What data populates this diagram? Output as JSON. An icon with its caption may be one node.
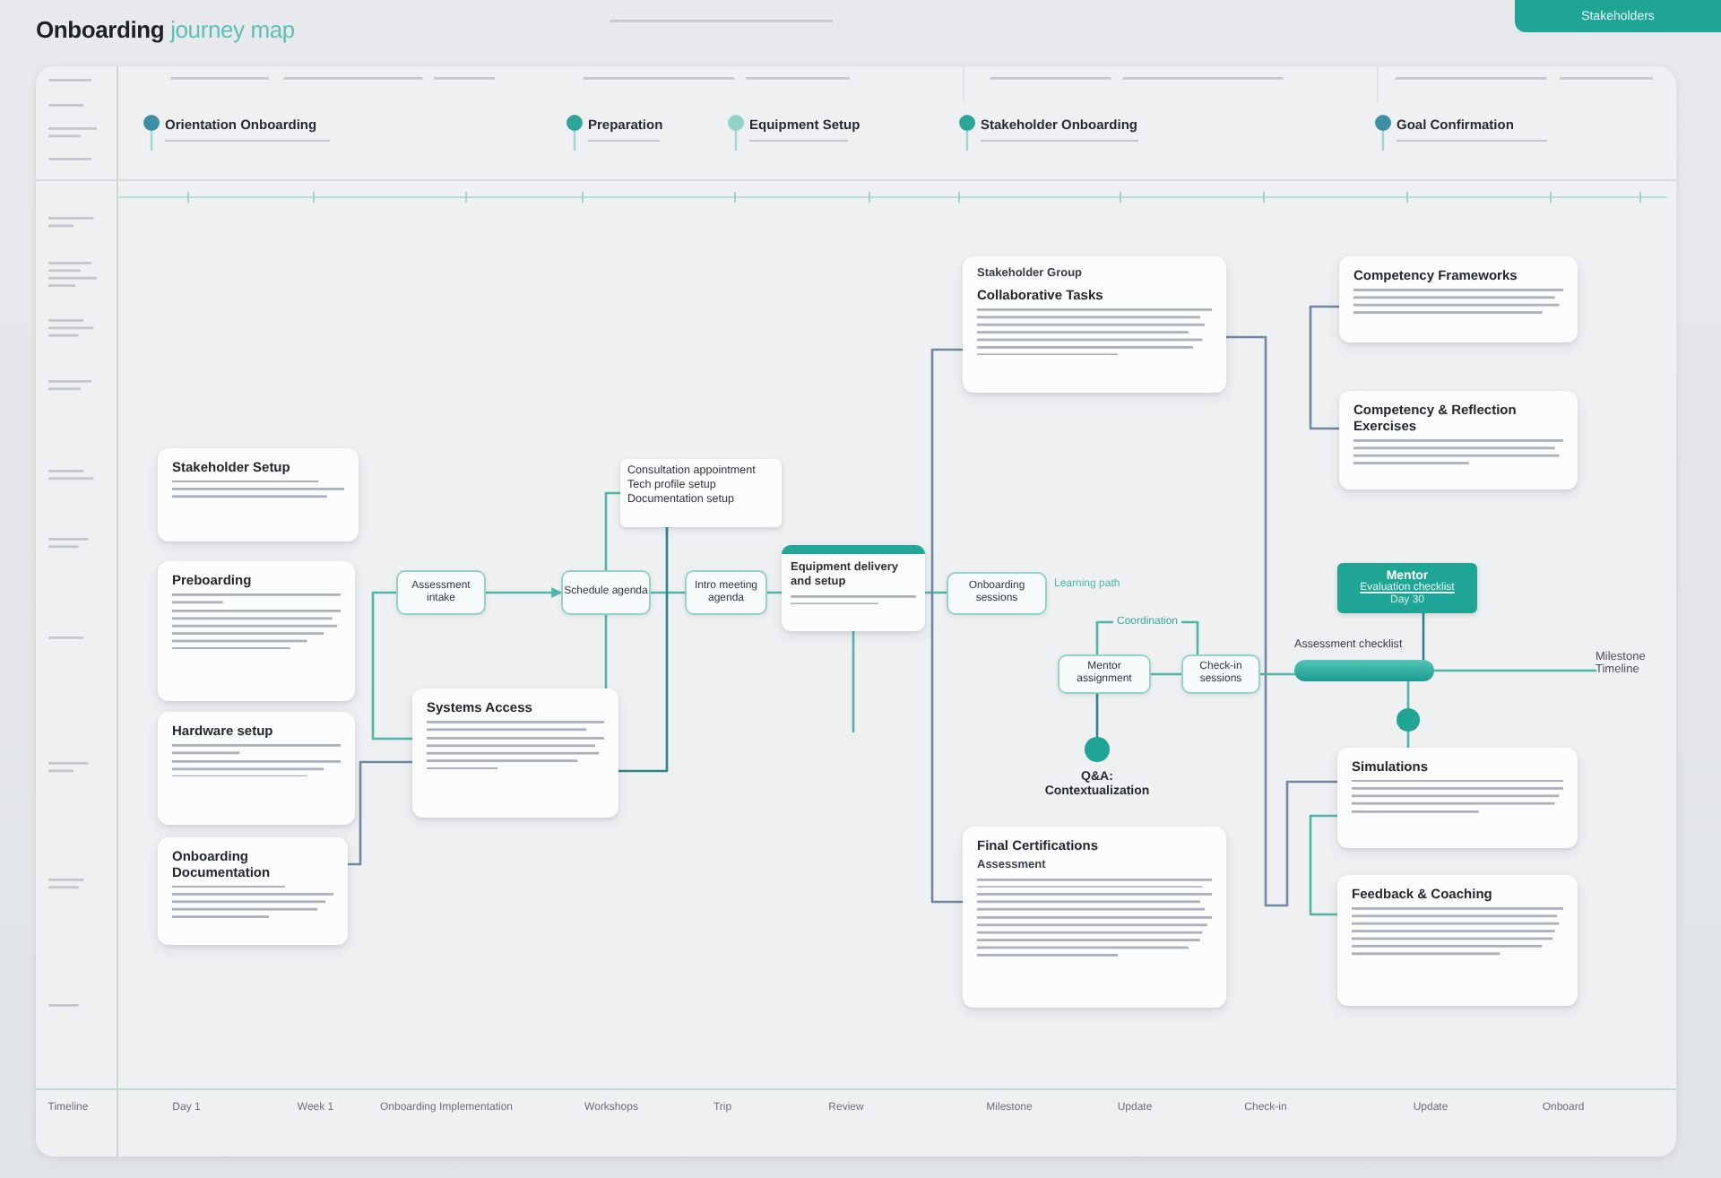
{
  "diagram": {
    "title": "Onboarding journey map",
    "nodes": [
      {
        "text": [
          "Stakeholder Group",
          "Collaborative Tasks"
        ]
      },
      {
        "text": [
          "Competency Frameworks"
        ]
      },
      {
        "text": [
          "Competency & Reflection Exercises"
        ]
      },
      {
        "text": [
          "Stakeholder Setup"
        ]
      },
      {
        "text": [
          "Consultation appointment Tech profile setup Documentation setup"
        ]
      },
      {
        "text": [
          "Preboarding"
        ]
      },
      {
        "text": [
          "Assessment intake"
        ]
      },
      {
        "text": [
          "Schedule agenda"
        ]
      },
      {
        "text": [
          "Intro meeting agenda"
        ]
      },
      {
        "text": [
          "Equipment delivery and setup"
        ]
      },
      {
        "text": [
          "Onboarding sessions"
        ],
        "beside": [
          "Learning path"
        ]
      },
      {
        "text": [
          "Mentor",
          "Evaluation checklist",
          "Day 30"
        ]
      },
      {
        "text": [
          "Mentor assignment"
        ]
      },
      {
        "text": [
          "Check-in sessions"
        ]
      },
      {
        "text": [],
        "shape": "bar",
        "beside": [
          "Assessment checklist"
        ]
      },
      {
        "text": [
          "Milestone Timeline"
        ]
      },
      {
        "text": [
          "Hardware setup"
        ]
      },
      {
        "text": [
          "Systems Access"
        ]
      },
      {
        "text": [],
        "shape": "circle"
      },
      {
        "text": [],
        "shape": "circle",
        "beside": [
          "Q&A: Contextualization"
        ]
      },
      {
        "text": [
          "Simulations"
        ]
      },
      {
        "text": [
          "Onboarding Documentation"
        ]
      },
      {
        "text": [
          "Final Certifications",
          "Assessment"
        ]
      },
      {
        "text": [
          "Feedback & Coaching"
        ]
      }
    ],
    "edges": [
      {
        "from": 6,
        "to": 7,
        "arrow": "to"
      },
      {
        "from": 7,
        "to": 8,
        "arrow": "none"
      },
      {
        "from": 8,
        "to": 9,
        "arrow": "none"
      },
      {
        "from": 4,
        "to": 7,
        "arrow": "none"
      },
      {
        "from": 4,
        "to": 17,
        "arrow": "none",
        "color": "#2c8584"
      },
      {
        "from": 6,
        "to": 17,
        "arrow": "none"
      },
      {
        "from": 21,
        "to": 17,
        "arrow": "none",
        "color": "#6f88a3"
      },
      {
        "from": 9,
        "to": null,
        "arrow": "none"
      },
      {
        "from": 9,
        "to": 10,
        "arrow": "none"
      },
      {
        "from": 0,
        "to": 22,
        "arrow": "none",
        "color": "#6f88a3"
      },
      {
        "from": 0,
        "to": 20,
        "arrow": "none",
        "color": "#6f88a3"
      },
      {
        "from": 20,
        "to": 23,
        "arrow": "none"
      },
      {
        "from": 1,
        "to": 2,
        "arrow": "none",
        "color": "#6f88a3"
      },
      {
        "from": 12,
        "to": 13,
        "arrow": "none",
        "label": "Coordination"
      },
      {
        "from": 12,
        "to": 13,
        "arrow": "none"
      },
      {
        "from": 13,
        "to": 14,
        "arrow": "none"
      },
      {
        "from": 12,
        "to": 19,
        "arrow": "none",
        "color": "#2c8584"
      },
      {
        "from": 11,
        "to": 14,
        "arrow": "none",
        "color": "#2c8584"
      },
      {
        "from": 14,
        "to": 18,
        "arrow": "none"
      },
      {
        "from": 18,
        "to": 20,
        "arrow": "none"
      },
      {
        "from": 14,
        "to": 15,
        "arrow": "none"
      },
      {
        "from": 7,
        "to": 17,
        "arrow": "none"
      }
    ],
    "labels": [
      "Stakeholders",
      "Orientation Onboarding",
      "Preparation",
      "Equipment Setup",
      "Stakeholder Onboarding",
      "Goal Confirmation",
      "Timeline",
      "Day 1",
      "Week 1",
      "Onboarding Implementation",
      "Workshops",
      "Trip",
      "Review",
      "Milestone",
      "Update",
      "Check-in",
      "Update",
      "Onboard"
    ]
  }
}
